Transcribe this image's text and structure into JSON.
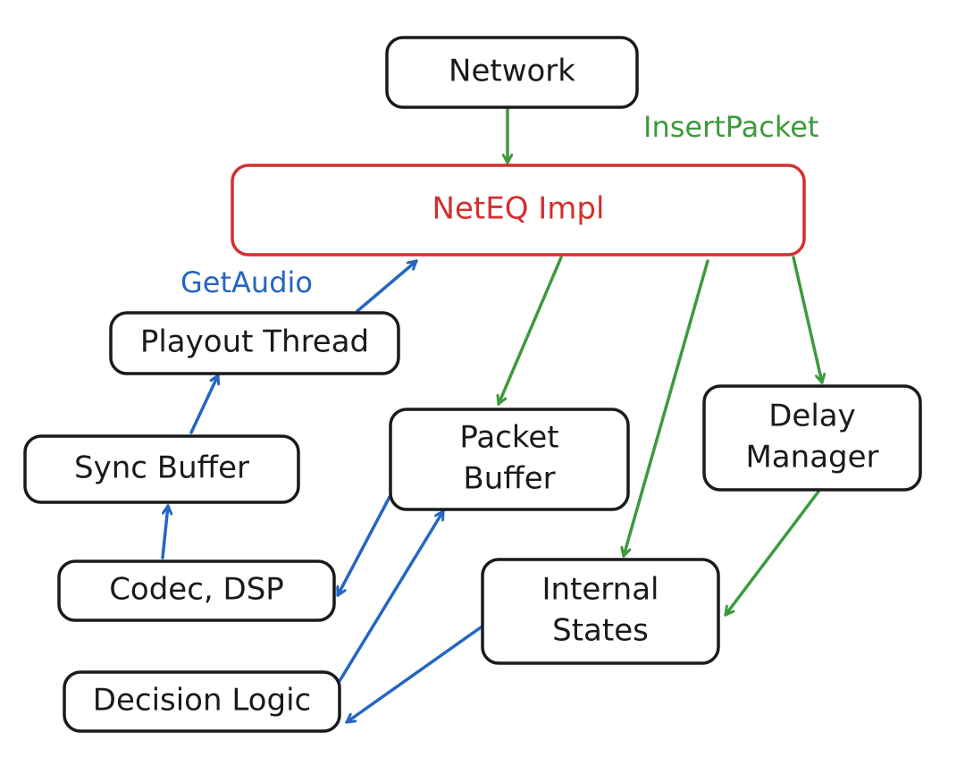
{
  "colors": {
    "ink": "#1a1a1a",
    "core": "#d32f2f",
    "insert_path": "#3c9a3c",
    "get_path": "#2466c2"
  },
  "nodes": {
    "network": {
      "label": [
        "Network"
      ],
      "color": "ink"
    },
    "neteq_impl": {
      "label": [
        "NetEQ Impl"
      ],
      "color": "core"
    },
    "playout_thread": {
      "label": [
        "Playout Thread"
      ],
      "color": "ink"
    },
    "sync_buffer": {
      "label": [
        "Sync Buffer"
      ],
      "color": "ink"
    },
    "packet_buffer": {
      "label": [
        "Packet",
        "Buffer"
      ],
      "color": "ink"
    },
    "delay_manager": {
      "label": [
        "Delay",
        "Manager"
      ],
      "color": "ink"
    },
    "codec_dsp": {
      "label": [
        "Codec, DSP"
      ],
      "color": "ink"
    },
    "internal_states": {
      "label": [
        "Internal",
        "States"
      ],
      "color": "ink"
    },
    "decision_logic": {
      "label": [
        "Decision Logic"
      ],
      "color": "ink"
    }
  },
  "edge_labels": {
    "insert_packet": {
      "text": "InsertPacket",
      "color": "insert_path"
    },
    "get_audio": {
      "text": "GetAudio",
      "color": "get_path"
    }
  },
  "edges": [
    {
      "from": "network",
      "to": "neteq_impl",
      "color": "insert_path"
    },
    {
      "from": "neteq_impl",
      "to": "packet_buffer",
      "color": "insert_path"
    },
    {
      "from": "neteq_impl",
      "to": "internal_states",
      "color": "insert_path"
    },
    {
      "from": "neteq_impl",
      "to": "delay_manager",
      "color": "insert_path"
    },
    {
      "from": "delay_manager",
      "to": "internal_states",
      "color": "insert_path"
    },
    {
      "from": "playout_thread",
      "to": "neteq_impl",
      "color": "get_path"
    },
    {
      "from": "sync_buffer",
      "to": "playout_thread",
      "color": "get_path"
    },
    {
      "from": "codec_dsp",
      "to": "sync_buffer",
      "color": "get_path"
    },
    {
      "from": "packet_buffer",
      "to": "codec_dsp",
      "color": "get_path"
    },
    {
      "from": "decision_logic",
      "to": "packet_buffer",
      "color": "get_path"
    },
    {
      "from": "internal_states",
      "to": "decision_logic",
      "color": "get_path"
    }
  ]
}
